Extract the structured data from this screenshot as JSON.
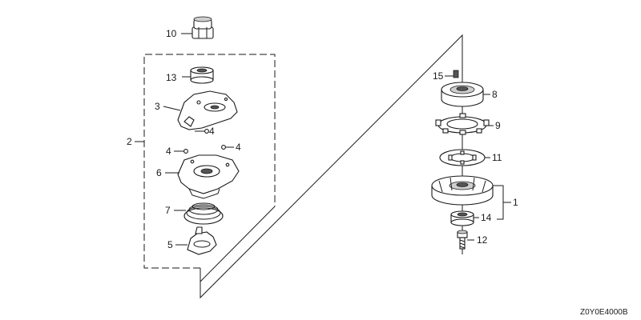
{
  "diagram": {
    "drawing_code": "Z0Y0E4000B",
    "callouts": {
      "p1": "1",
      "p2": "2",
      "p3": "3",
      "p4a": "4",
      "p4b": "4",
      "p4c": "4",
      "p5": "5",
      "p6": "6",
      "p7": "7",
      "p8": "8",
      "p9": "9",
      "p10": "10",
      "p11": "11",
      "p12": "12",
      "p13": "13",
      "p14": "14",
      "p15": "15"
    }
  }
}
